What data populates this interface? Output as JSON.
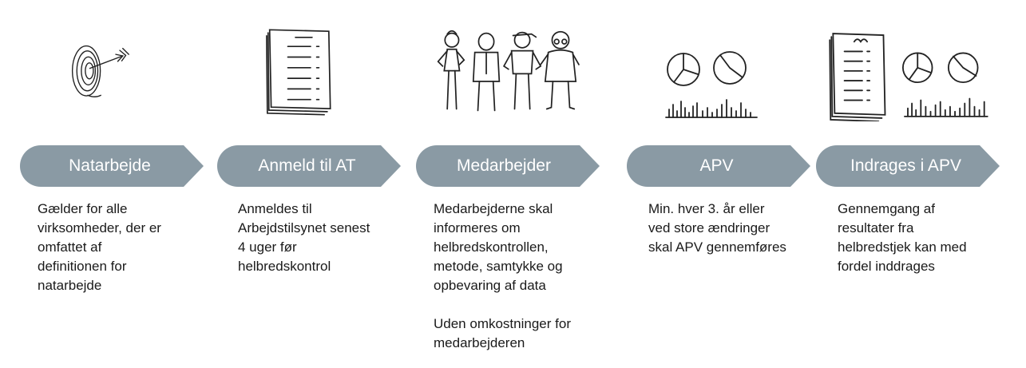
{
  "colors": {
    "chevron": "#8a9aa4",
    "chevron_text": "#ffffff",
    "sketch": "#222222"
  },
  "steps": [
    {
      "icon": "target-arrow-icon",
      "title": "Natarbejde",
      "lines": [
        "Gælder for alle",
        "virksomheder, der er",
        "omfattet af",
        "definitionen for",
        "natarbejde"
      ]
    },
    {
      "icon": "document-checklist-icon",
      "title": "Anmeld til AT",
      "lines": [
        "Anmeldes til",
        "Arbejdstilsynet senest",
        "4 uger før",
        "helbredskontrol"
      ]
    },
    {
      "icon": "group-of-people-icon",
      "title": "Medarbejder",
      "lines": [
        "Medarbejderne skal",
        "informeres om",
        "helbredskontrollen,",
        "metode, samtykke og",
        "opbevaring af data"
      ],
      "extra_lines": [
        "Uden omkostninger for",
        "medarbejderen"
      ]
    },
    {
      "icon": "pie-bar-charts-icon",
      "title": "APV",
      "lines": [
        "Min. hver 3. år eller",
        "ved store ændringer",
        "skal APV gennemføres"
      ]
    },
    {
      "icon": "checklist-and-charts-icon",
      "title": "Indrages i APV",
      "lines": [
        "Gennemgang af",
        "resultater fra",
        "helbredstjek kan med",
        "fordel inddrages"
      ]
    }
  ]
}
